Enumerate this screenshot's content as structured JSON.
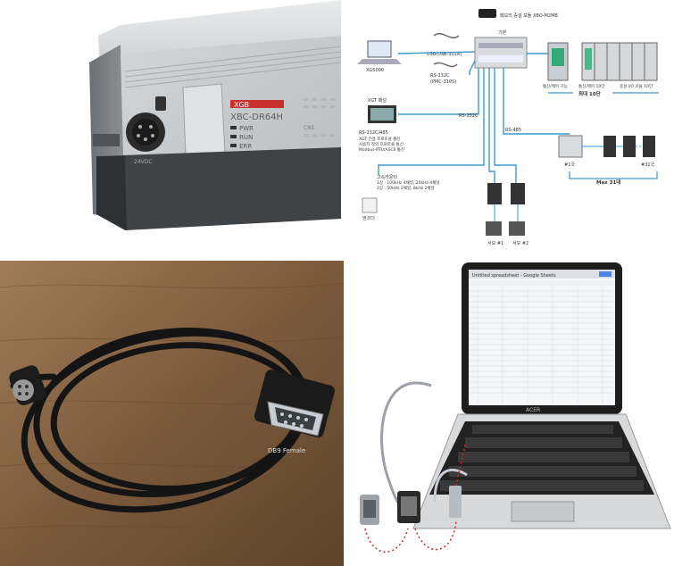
{
  "plc": {
    "brand": "XGB",
    "model": "XBC-DR64H",
    "leds": [
      "PWR",
      "RUN",
      "ERR"
    ],
    "conn_label": "CN1",
    "spec": "24VDC"
  },
  "diagram": {
    "top_module": "메모리 증설 모듈 XBO-M2MB",
    "base_label": "기본",
    "pc_label": "XG5000",
    "usb_label": "USB(USB-301A)",
    "rs232_label": "RS-232C",
    "rs232_sub": "(PMC-310S)",
    "xgt_panel": "XGT 패널",
    "rs_protocol_title": "RS-232C/485",
    "rs_protocol_lines": [
      "XGT 전용 프로토콜 통신",
      "사용자 정의 프로토콜 통신",
      "Modbus-RTU/ASCII 통신"
    ],
    "rs232_link": "RS-232C",
    "rs485_link": "RS-485",
    "highspeed_title": "고속카운터",
    "highspeed_lines": [
      "1상 : 100kHz 4채널, 20kHz 4채널",
      "2상 : 50kHz 2채널, 8kHz 2채널"
    ],
    "encoder_label": "엔코더",
    "ext_modules_label": "최대 10단",
    "ext_left": "통신/제어 기능",
    "ext_mid": "통신/제어 10단",
    "ext_right": "증설 I/O 모듈 10단",
    "rs485_station": "#1국",
    "rs485_last": "#31국",
    "max_label": "Max 31대",
    "servo1": "서보 #1",
    "servo2": "서보 #2"
  },
  "cable": {
    "connector_label": "DB9 Female"
  },
  "laptop": {
    "brand": "ACER",
    "window_title": "Untitled spreadsheet - Google Sheets"
  }
}
